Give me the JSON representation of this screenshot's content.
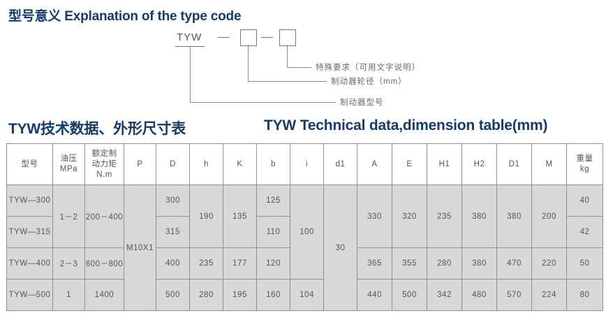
{
  "headings": {
    "type_code": "型号意义 Explanation of the type code",
    "table_cn": "TYW技术数据、外形尺寸表",
    "table_en": "TYW Technical data,dimension table(mm)"
  },
  "type_code_diagram": {
    "code_text": "TYW",
    "separator": "—",
    "labels": [
      "特殊要求（可用文字说明）",
      "制动器轮径（mm）",
      "制动器型号"
    ]
  },
  "table": {
    "headers": [
      "型号",
      "油压\nMPa",
      "额定制\n动力矩\nN.m",
      "P",
      "D",
      "h",
      "K",
      "b",
      "i",
      "d1",
      "A",
      "E",
      "H1",
      "H2",
      "D1",
      "M",
      "重量\nkg"
    ],
    "rows": [
      {
        "model": "TYW—300",
        "pressure": "1－2",
        "torque": "200－400",
        "P": "M10X1",
        "D": "300",
        "h": "190",
        "K": "135",
        "b": "125",
        "i": "100",
        "d1": "30",
        "A": "330",
        "E": "320",
        "H1": "235",
        "H2": "380",
        "D1": "380",
        "M": "200",
        "weight": "40"
      },
      {
        "model": "TYW—315",
        "D": "315",
        "b": "110",
        "weight": "42"
      },
      {
        "model": "TYW—400",
        "pressure": "2－3",
        "torque": "600－800",
        "D": "400",
        "h": "235",
        "K": "177",
        "b": "120",
        "A": "365",
        "E": "355",
        "H1": "280",
        "H2": "380",
        "D1": "470",
        "M": "220",
        "weight": "50"
      },
      {
        "model": "TYW—500",
        "pressure": "1",
        "torque": "1400",
        "D": "500",
        "h": "280",
        "K": "195",
        "b": "160",
        "i": "104",
        "A": "440",
        "E": "500",
        "H1": "342",
        "H2": "480",
        "D1": "570",
        "M": "224",
        "weight": "80"
      }
    ]
  },
  "colors": {
    "heading": "#173a66",
    "cell_fill": "#d8d8d8",
    "border": "#8f8f8f",
    "text": "#555555"
  }
}
